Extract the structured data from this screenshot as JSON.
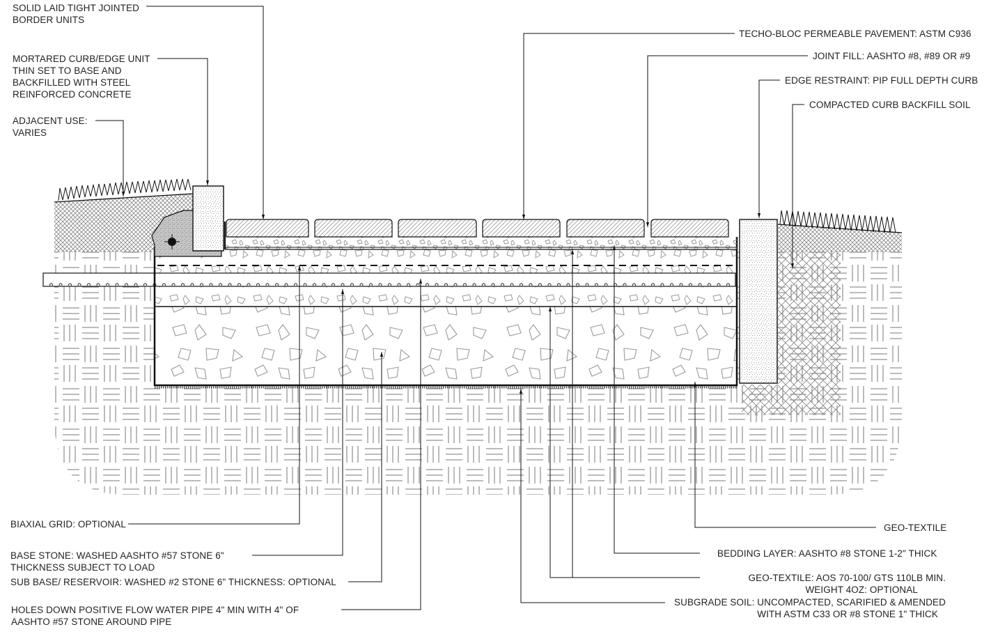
{
  "title": "Permeable Pavement Section Detail",
  "colors": {
    "line": "#111111",
    "hatch": "#8a8a8a",
    "fill_gray": "#bdbdbd"
  },
  "labels_left": {
    "solid_laid": [
      "SOLID LAID TIGHT JOINTED",
      "BORDER UNITS"
    ],
    "mortared_curb": [
      "MORTARED CURB/EDGE UNIT",
      "THIN SET TO BASE AND",
      "BACKFILLED WITH STEEL",
      "REINFORCED CONCRETE"
    ],
    "adjacent_use": [
      "ADJACENT USE:",
      "VARIES"
    ],
    "biaxial_grid": "BIAXIAL GRID: OPTIONAL",
    "base_stone": [
      "BASE STONE: WASHED AASHTO #57 STONE 6\"",
      "THICKNESS SUBJECT TO LOAD"
    ],
    "sub_base": "SUB BASE/ RESERVOIR: WASHED #2 STONE 6\" THICKNESS: OPTIONAL",
    "pipe": [
      "HOLES DOWN POSITIVE FLOW WATER PIPE 4\" MIN WITH 4\" OF",
      "AASHTO #57 STONE AROUND PIPE"
    ]
  },
  "labels_right": {
    "pavement": "TECHO-BLOC PERMEABLE PAVEMENT: ASTM C936",
    "joint_fill": "JOINT FILL: AASHTO #8, #89 OR #9",
    "edge_restraint": "EDGE RESTRAINT: PIP FULL DEPTH CURB",
    "backfill": "COMPACTED CURB BACKFILL SOIL",
    "geotextile_bottom": "GEO-TEXTILE",
    "bedding": "BEDDING LAYER: AASHTO #8 STONE 1-2\" THICK",
    "geotextile": [
      "GEO-TEXTILE: AOS 70-100/ GTS 110LB MIN.",
      "WEIGHT 4OZ: OPTIONAL"
    ],
    "subgrade": [
      "SUBGRADE SOIL: UNCOMPACTED, SCARIFIED & AMENDED",
      "WITH ASTM C33 OR #8 STONE 1\" THICK"
    ]
  }
}
